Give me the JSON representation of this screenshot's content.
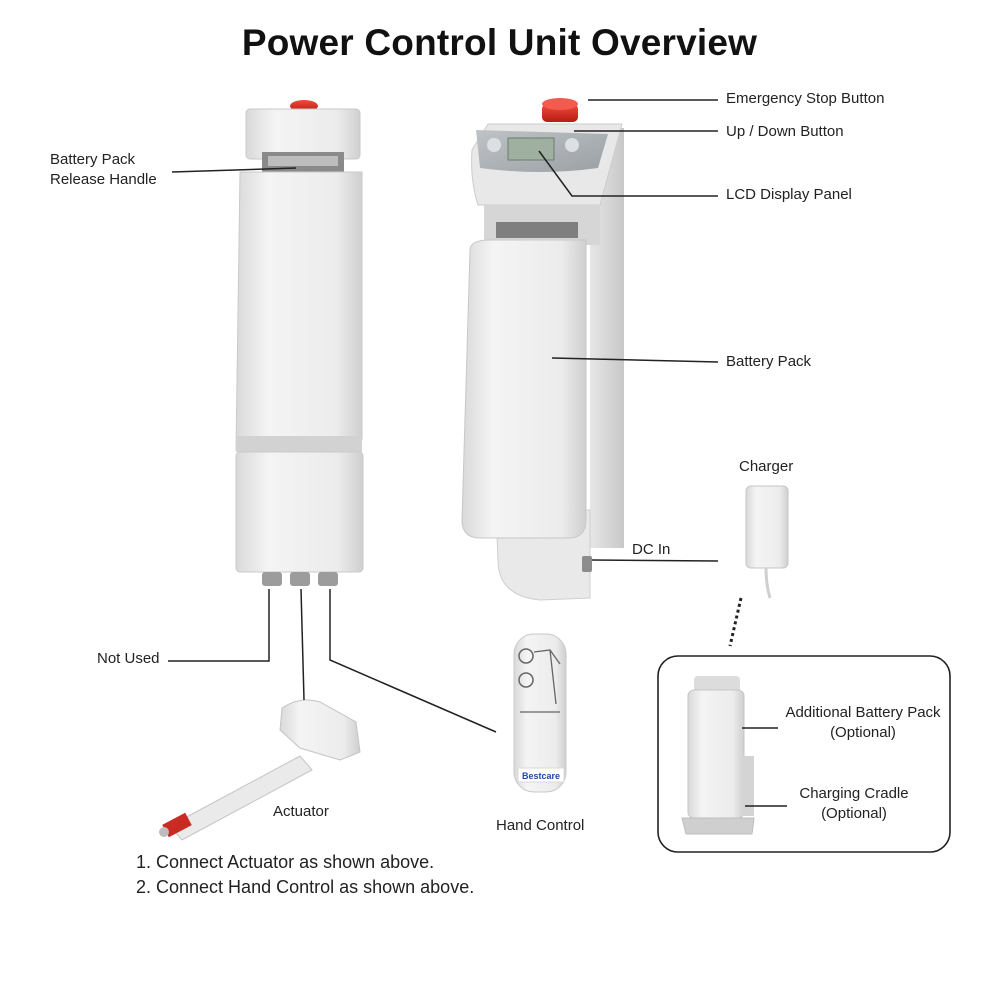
{
  "title": "Power Control Unit Overview",
  "labels": {
    "battery_release": [
      "Battery Pack",
      "Release Handle"
    ],
    "emergency_stop": "Emergency Stop Button",
    "up_down": "Up / Down Button",
    "lcd": "LCD Display Panel",
    "battery_pack": "Battery Pack",
    "charger": "Charger",
    "dc_in": "DC In",
    "not_used": "Not Used",
    "actuator": "Actuator",
    "hand_control": "Hand Control",
    "additional_battery": [
      "Additional Battery Pack",
      "(Optional)"
    ],
    "charging_cradle": [
      "Charging Cradle",
      "(Optional)"
    ]
  },
  "hand_control_brand": "Bestcare",
  "steps": [
    "1. Connect Actuator as shown above.",
    "2. Connect Hand Control as shown above."
  ],
  "colors": {
    "emergency_red": "#d42a1f",
    "lcd_green": "#9fb0a0",
    "device_white": "#eeeeee",
    "leader_line": "#222222"
  }
}
